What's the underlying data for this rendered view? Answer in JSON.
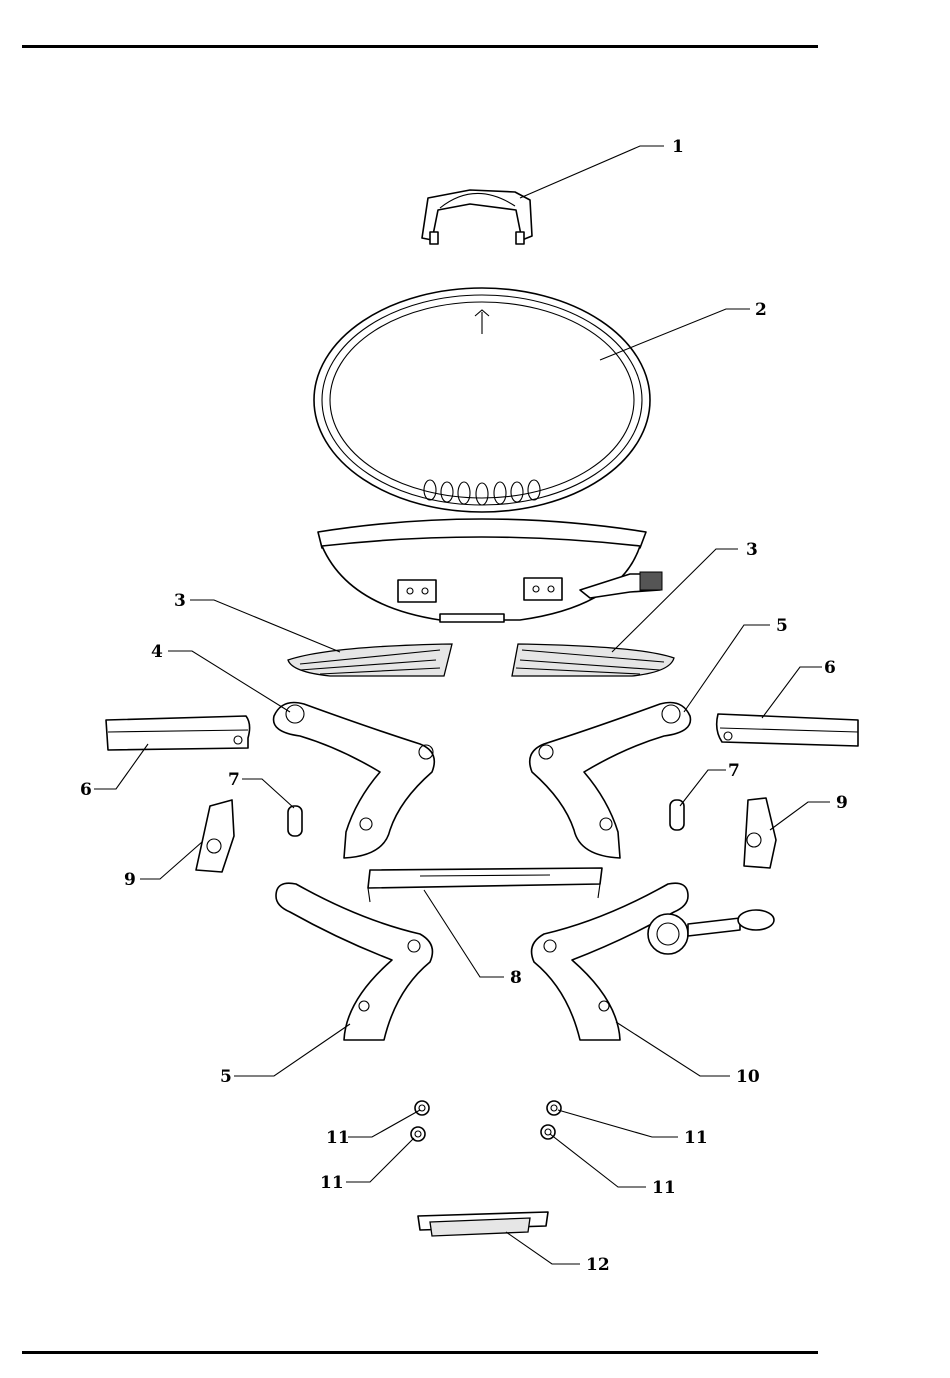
{
  "diagram": {
    "callouts": [
      {
        "id": "c1",
        "label": "1"
      },
      {
        "id": "c2",
        "label": "2"
      },
      {
        "id": "c3a",
        "label": "3"
      },
      {
        "id": "c3b",
        "label": "3"
      },
      {
        "id": "c4",
        "label": "4"
      },
      {
        "id": "c5a",
        "label": "5"
      },
      {
        "id": "c5b",
        "label": "5"
      },
      {
        "id": "c6a",
        "label": "6"
      },
      {
        "id": "c6b",
        "label": "6"
      },
      {
        "id": "c7a",
        "label": "7"
      },
      {
        "id": "c7b",
        "label": "7"
      },
      {
        "id": "c8",
        "label": "8"
      },
      {
        "id": "c9a",
        "label": "9"
      },
      {
        "id": "c9b",
        "label": "9"
      },
      {
        "id": "c10",
        "label": "10"
      },
      {
        "id": "c11a",
        "label": "11"
      },
      {
        "id": "c11b",
        "label": "11"
      },
      {
        "id": "c11c",
        "label": "11"
      },
      {
        "id": "c11d",
        "label": "11"
      },
      {
        "id": "c12",
        "label": "12"
      }
    ]
  }
}
